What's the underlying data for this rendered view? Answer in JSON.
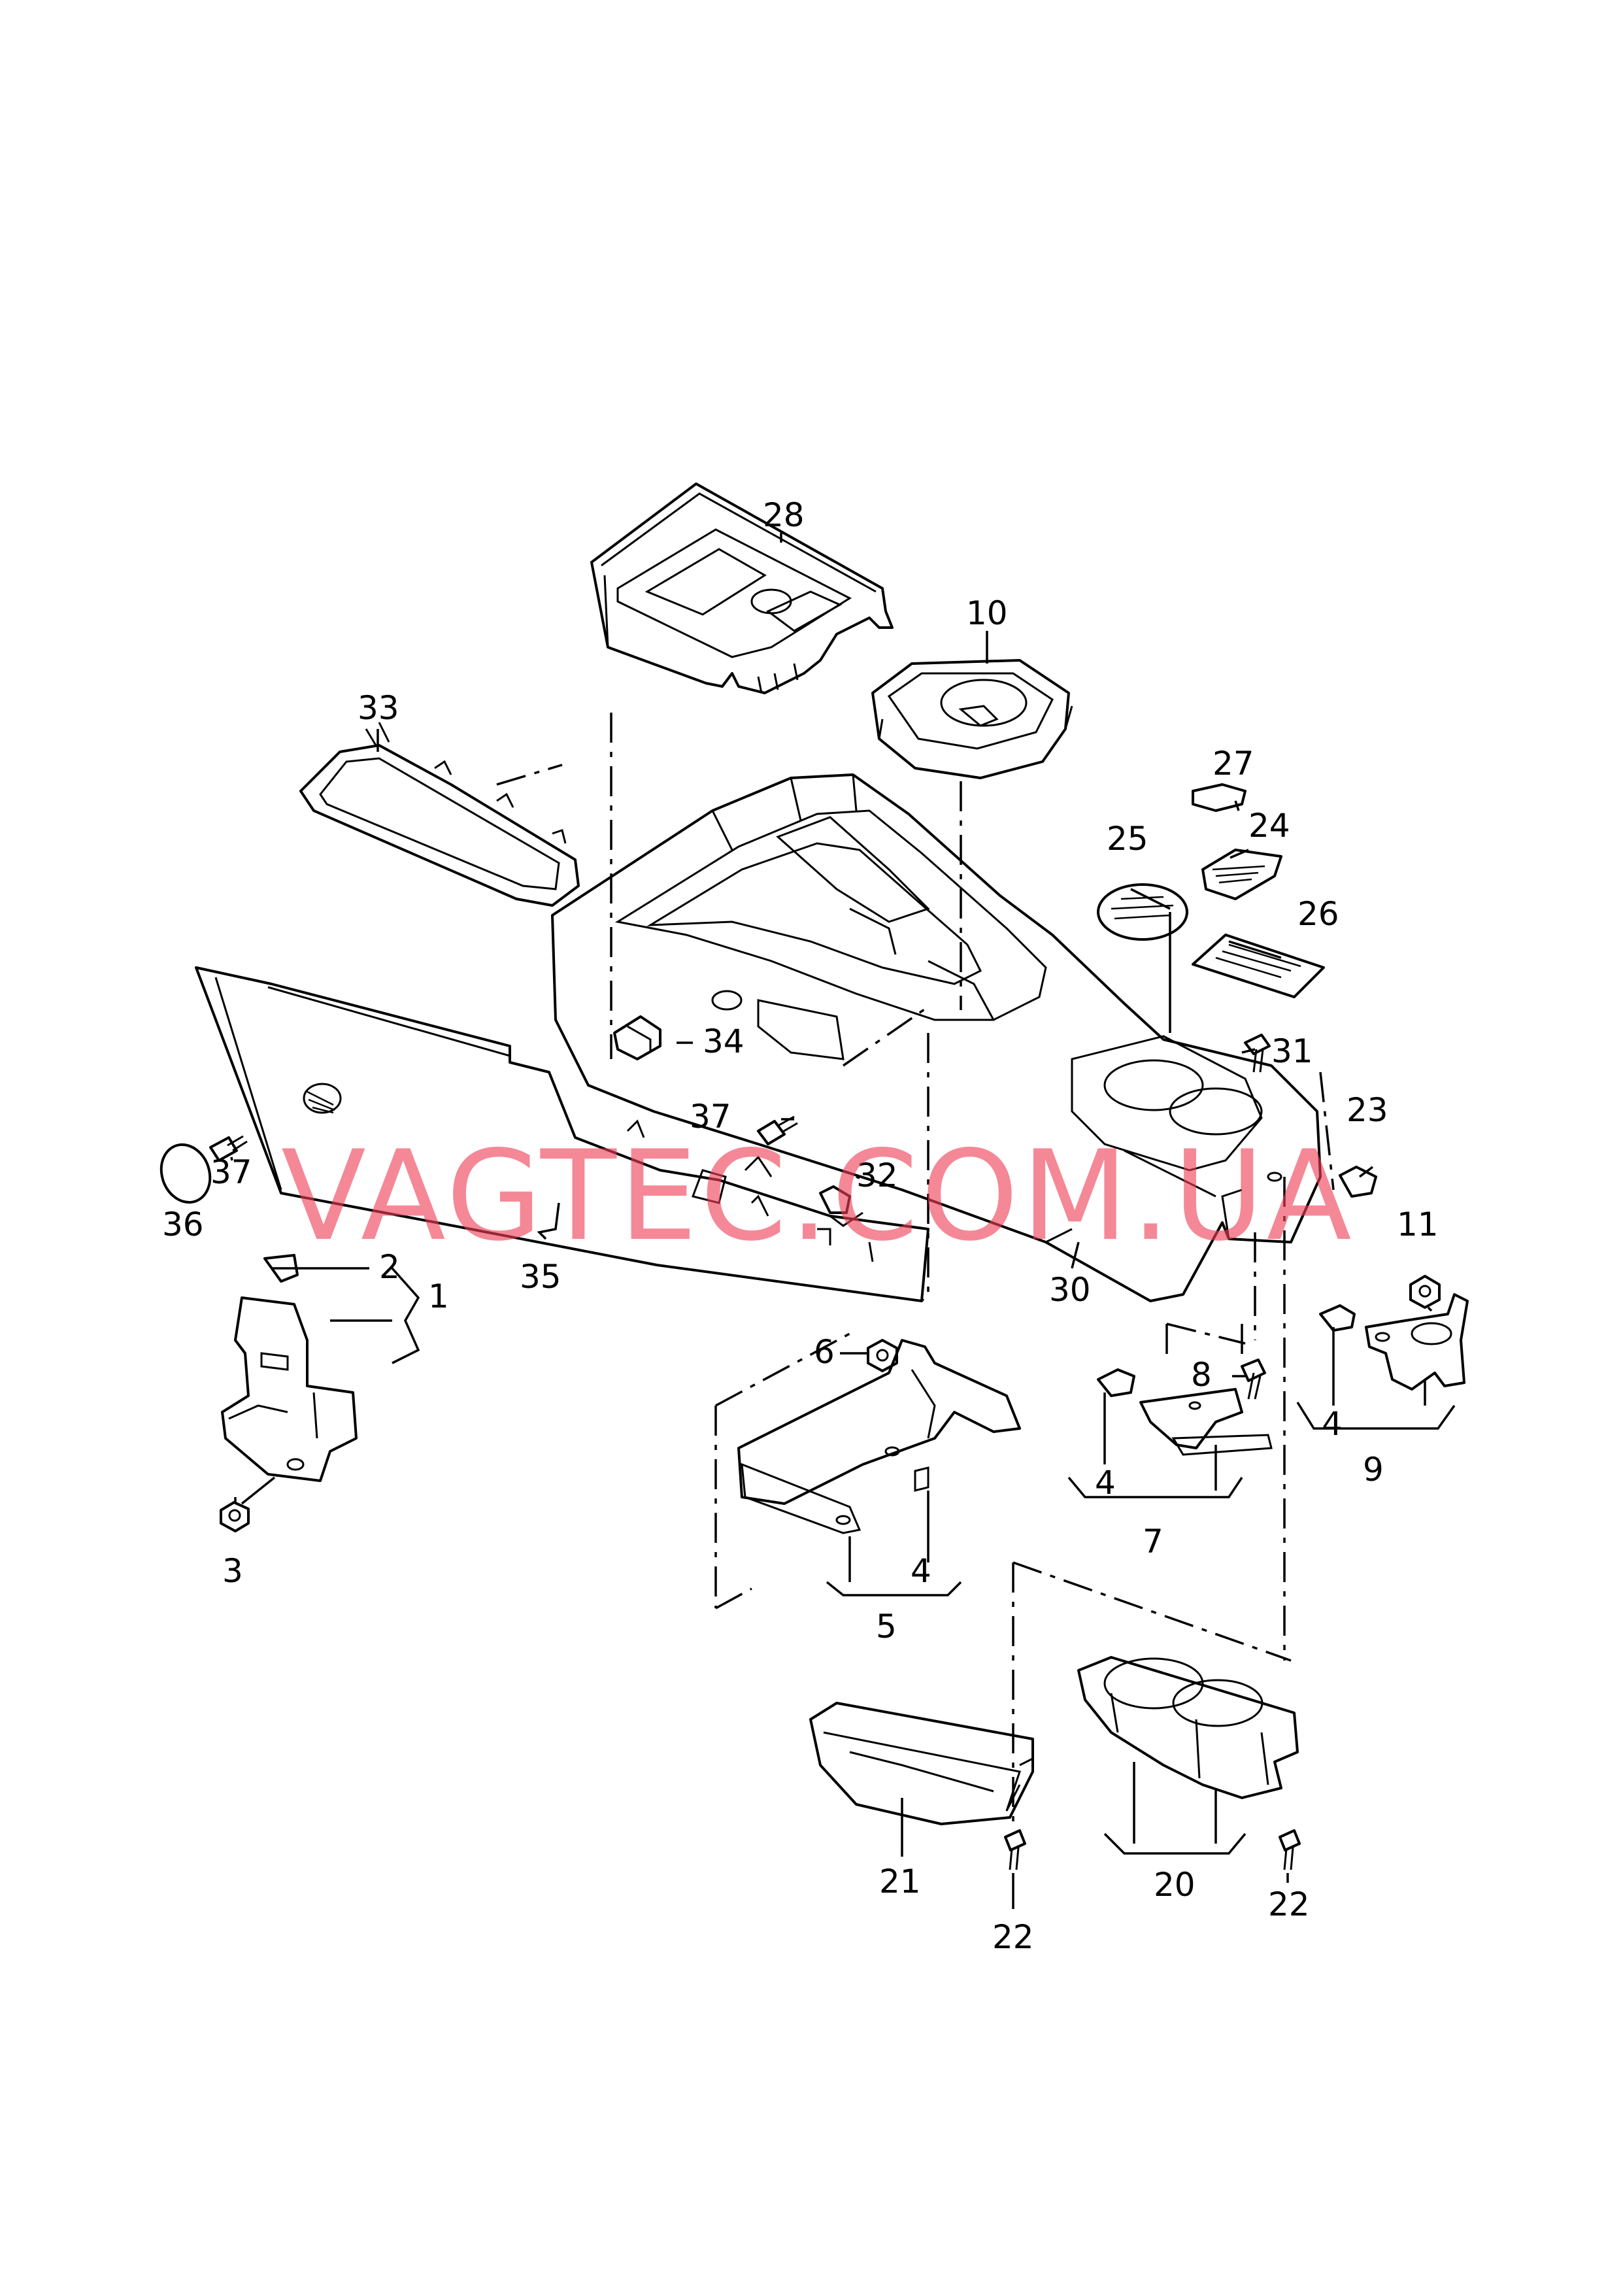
{
  "watermark": "VAGTEC.COM.UA",
  "labels": {
    "l1": "1",
    "l2": "2",
    "l3": "3",
    "l4a": "4",
    "l4b": "4",
    "l4c": "4",
    "l5": "5",
    "l6": "6",
    "l7": "7",
    "l8": "8",
    "l9": "9",
    "l10": "10",
    "l11": "11",
    "l20": "20",
    "l21": "21",
    "l22a": "22",
    "l22b": "22",
    "l23": "23",
    "l24": "24",
    "l25": "25",
    "l26": "26",
    "l27": "27",
    "l28": "28",
    "l30": "30",
    "l31": "31",
    "l32": "32",
    "l33": "33",
    "l34": "34",
    "l35": "35",
    "l36": "36",
    "l37a": "37",
    "l37b": "37"
  },
  "colors": {
    "line": "#000000",
    "watermark": "#ef3f55",
    "background": "#ffffff"
  }
}
